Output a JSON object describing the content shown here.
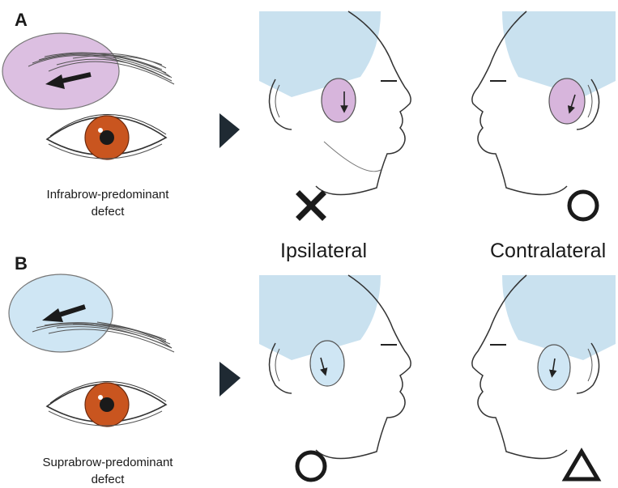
{
  "panels": [
    {
      "letter": "A",
      "caption_line1": "Infrabrow-predominant",
      "caption_line2": "defect",
      "ipsilateral_mark": "cross",
      "contralateral_mark": "circle"
    },
    {
      "letter": "B",
      "caption_line1": "Suprabrow-predominant",
      "caption_line2": "defect",
      "ipsilateral_mark": "circle",
      "contralateral_mark": "triangle"
    }
  ],
  "labels": {
    "ipsilateral": "Ipsilateral",
    "contralateral": "Contralateral"
  },
  "colors": {
    "purple_fill": "#d9b3dd",
    "purple_dark": "#b98bc4",
    "blue_fill": "#cde6f4",
    "hair_blue": "#c9e1ef",
    "iris": "#c8551f",
    "arrow_dark": "#1f2a33",
    "line": "#333333"
  }
}
